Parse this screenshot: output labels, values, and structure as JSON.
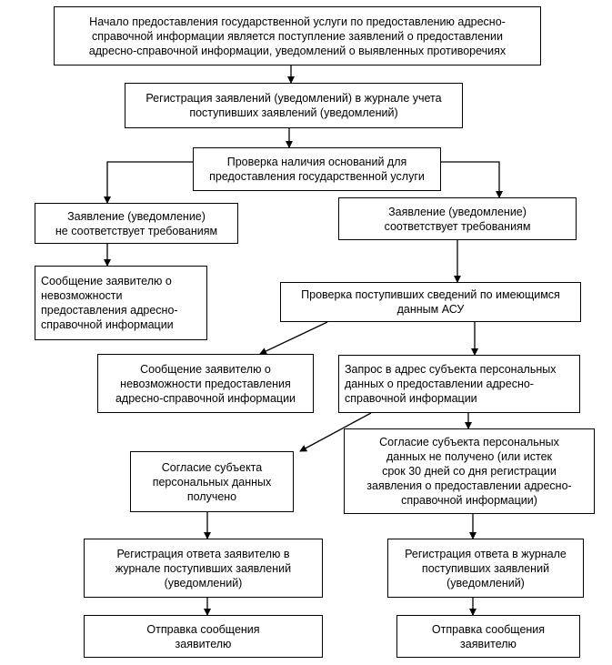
{
  "nodes": {
    "start": "Начало предоставления государственной услуги по предоставлению адресно-\nсправочной информации является поступление заявлений о предоставлении\nадресно-справочной информации, уведомлений о выявленных противоречиях",
    "registration": "Регистрация заявлений (уведомлений) в журнале учета\nпоступивших заявлений (уведомлений)",
    "check": "Проверка наличия оснований для\nпредоставления государственной услуги",
    "not_compliant": "Заявление (уведомление)\nне соответствует требованиям",
    "compliant": "Заявление (уведомление)\nсоответствует требованиям",
    "message_impossible_1": "Сообщение заявителю о\nневозможности\nпредоставления адресно-\nсправочной информации",
    "check_asu": "Проверка поступивших сведений по имеющимся\nданным АСУ",
    "message_impossible_2": "Сообщение заявителю о\nневозможности предоставления\nадресно-справочной информации",
    "request_subject": "Запрос в адрес субъекта персональных\nданных о предоставлении адресно-\nсправочной информации",
    "consent_received": "Согласие субъекта\nперсональных данных\nполучено",
    "consent_not_received": "Согласие субъекта персональных\nданных не получено (или истек\nсрок 30 дней со дня регистрации\nзаявления о предоставлении адресно-\nсправочной информации)",
    "register_reply_left": "Регистрация ответа заявителю в\nжурнале поступивших заявлений\n(уведомлений)",
    "register_reply_right": "Регистрация ответа в журнале\nпоступивших заявлений\n(уведомлений)",
    "send_message_left": "Отправка сообщения\nзаявителю",
    "send_message_right": "Отправка сообщения\nзаявителю"
  }
}
